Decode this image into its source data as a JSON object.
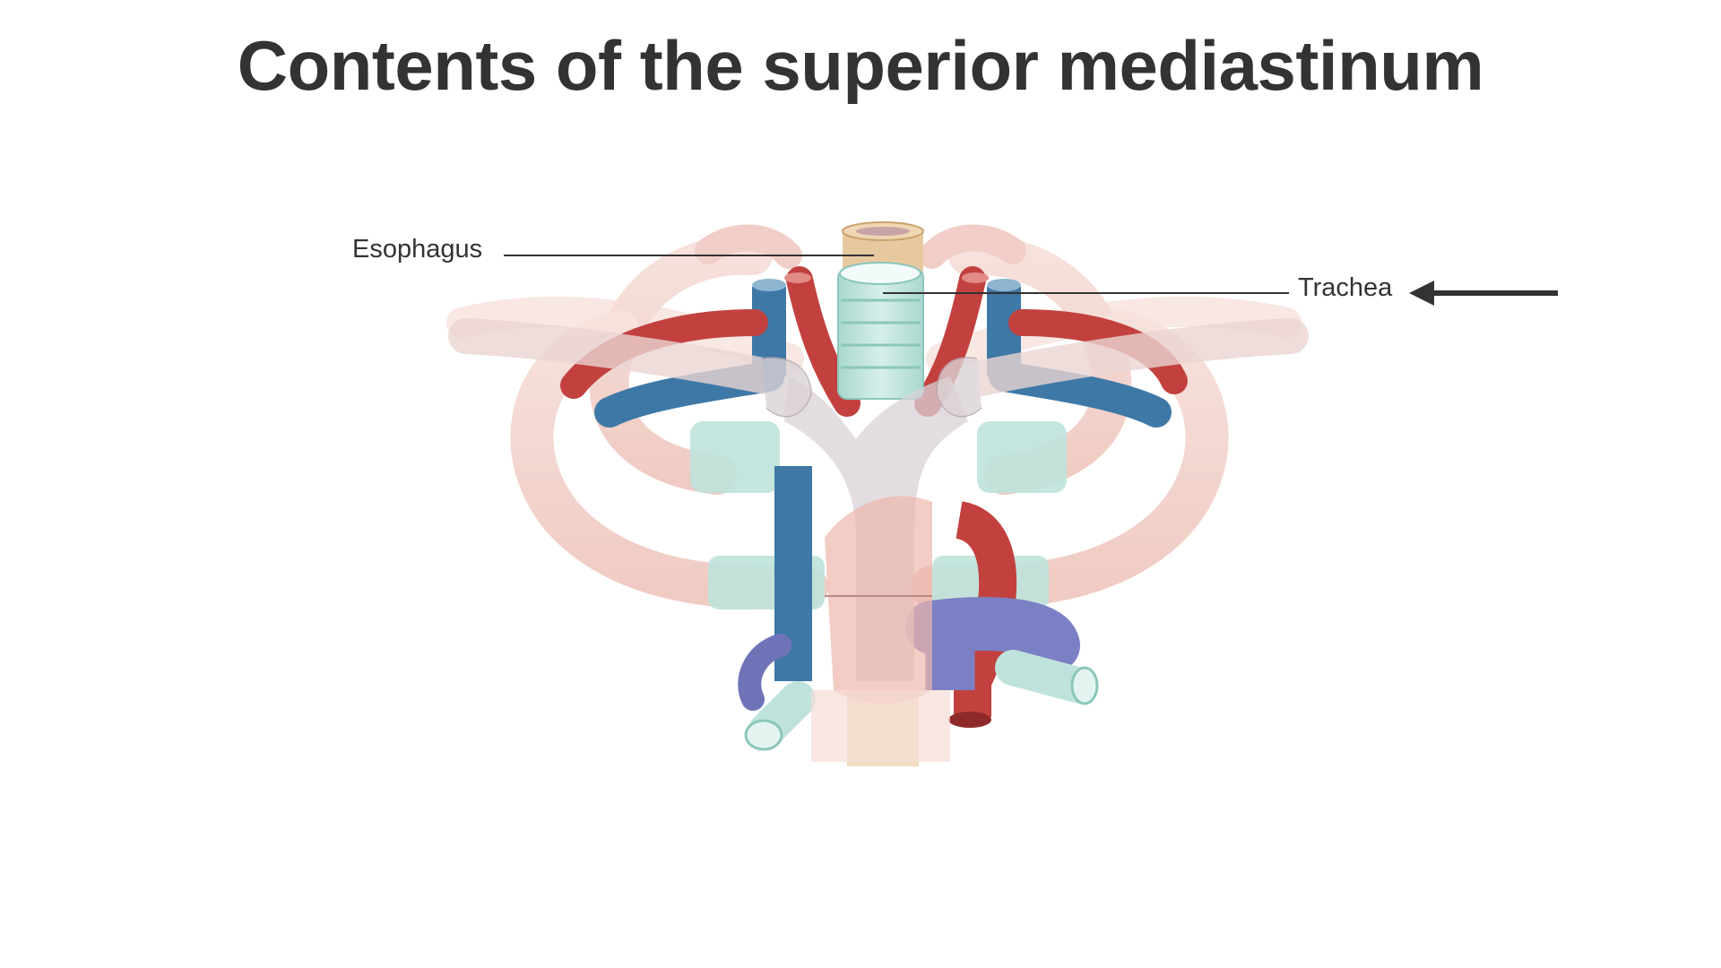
{
  "slide": {
    "title": "Contents of the superior mediastinum"
  },
  "labels": {
    "esophagus": "Esophagus",
    "trachea": "Trachea"
  },
  "colors": {
    "text": "#333333",
    "bone": "#f3d5cf",
    "cartilage": "#bfe3dc",
    "artery": "#c2413f",
    "vein": "#3e78a6",
    "pulmonary_vessel": "#7b7fc4",
    "esophagus": "#e7c9a0"
  },
  "pointer": {
    "icon": "left-arrow-icon",
    "target": "trachea"
  }
}
